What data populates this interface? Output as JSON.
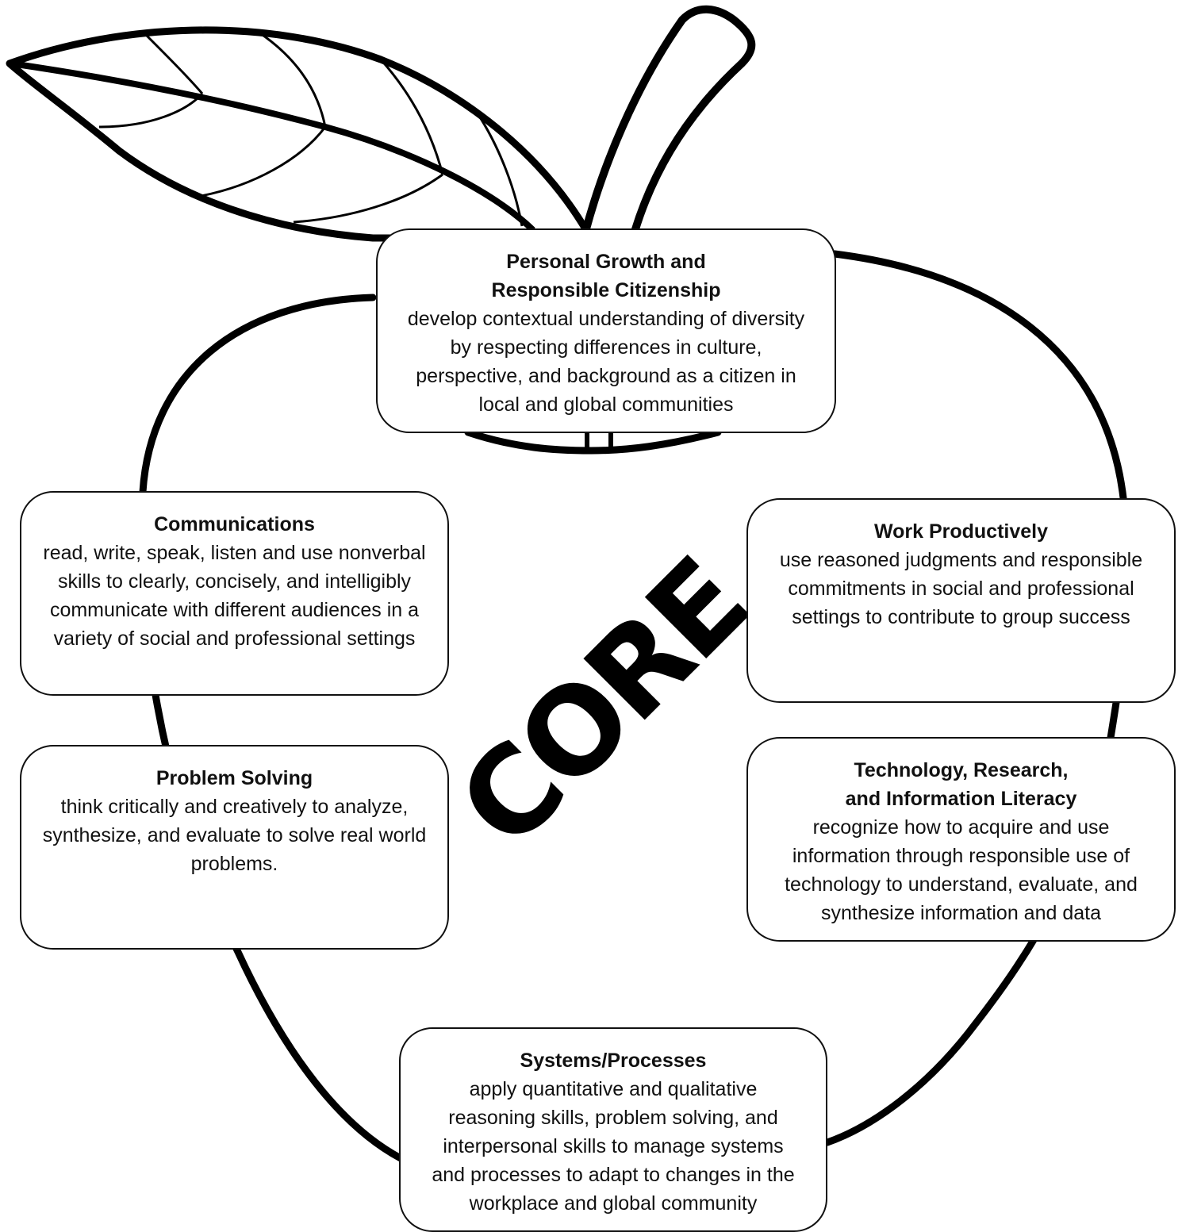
{
  "center_label": "CORE",
  "boxes": {
    "personal_growth": {
      "title_line1": "Personal Growth and",
      "title_line2": "Responsible Citizenship",
      "body": "develop contextual understanding of diversity by respecting differences in culture, perspective, and background as a citizen in local and global communities"
    },
    "communications": {
      "title": "Communications",
      "body": "read, write, speak, listen and use nonverbal skills to clearly, concisely, and intelligibly communicate with different audiences in a variety of social and professional settings"
    },
    "work_productively": {
      "title": "Work Productively",
      "body": "use reasoned judgments and responsible commitments in social and professional settings to contribute to group success"
    },
    "problem_solving": {
      "title": "Problem Solving",
      "body": "think critically and creatively to analyze, synthesize, and evaluate to solve real world problems."
    },
    "technology": {
      "title_line1": "Technology, Research,",
      "title_line2": "and Information Literacy",
      "body": "recognize how to acquire and use information through responsible use of technology to understand, evaluate, and synthesize information and data"
    },
    "systems": {
      "title": "Systems/Processes",
      "body": "apply quantitative and qualitative reasoning skills, problem solving, and interpersonal skills to manage systems and processes to adapt to changes in the workplace and global community"
    }
  }
}
